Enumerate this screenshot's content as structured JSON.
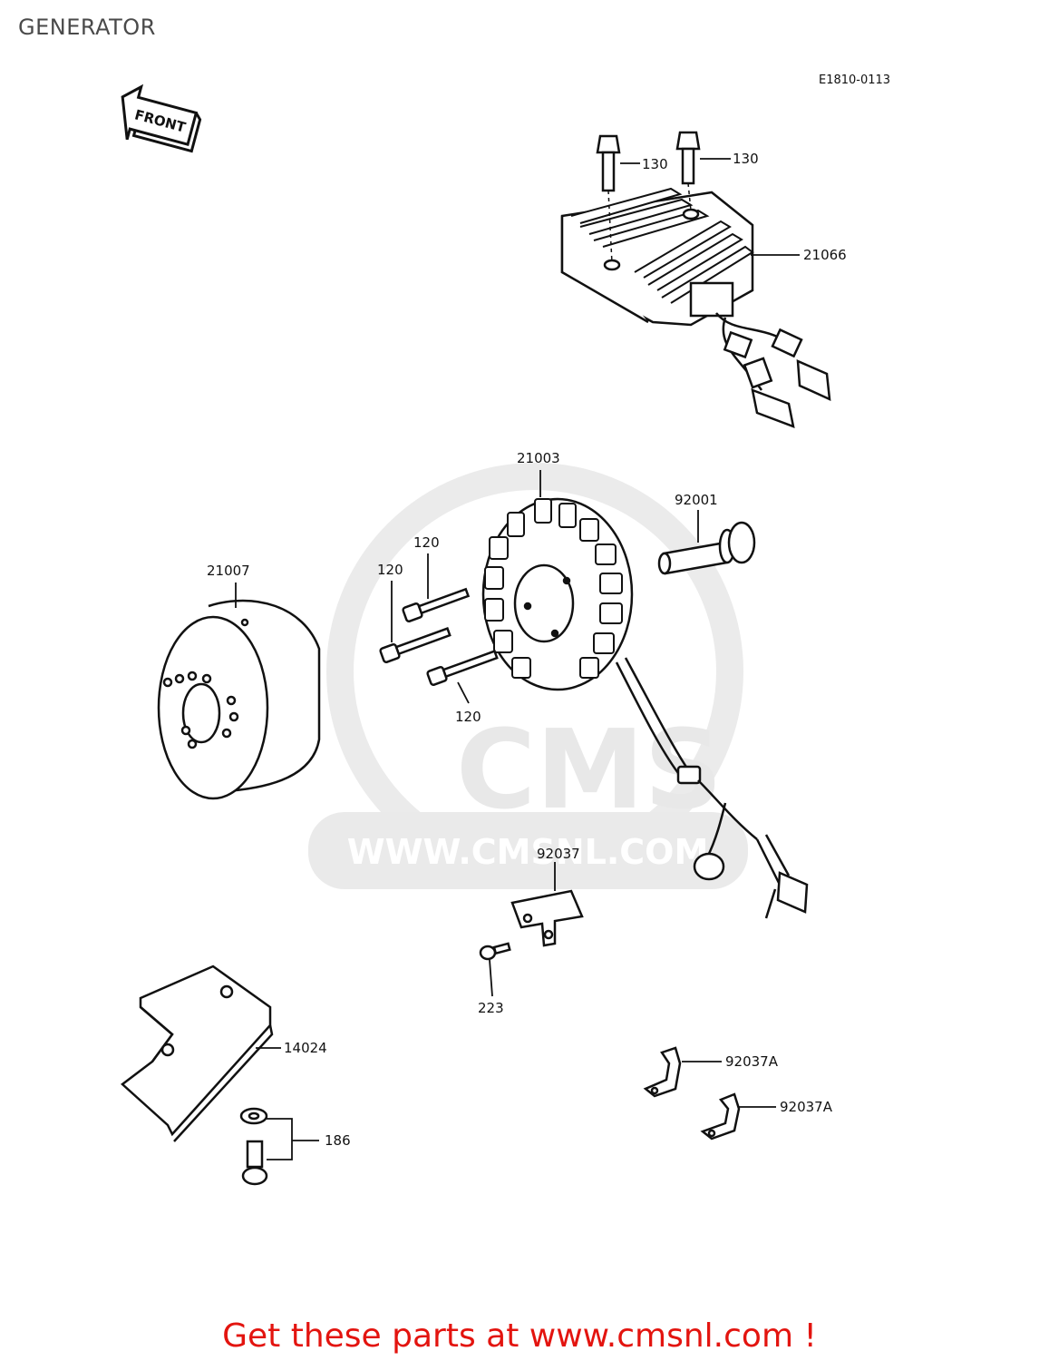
{
  "header": {
    "title": "GENERATOR",
    "diagram_code": "E1810-0113"
  },
  "direction_marker": {
    "label": "FRONT"
  },
  "watermark": {
    "brand": "CMS",
    "url": "WWW.CMSNL.COM"
  },
  "parts": {
    "p130_left": "130",
    "p130_right": "130",
    "p21066": "21066",
    "p21003": "21003",
    "p92001": "92001",
    "p21007": "21007",
    "p120_top": "120",
    "p120_mid": "120",
    "p120_bottom": "120",
    "p92037": "92037",
    "p223": "223",
    "p14024": "14024",
    "p186": "186",
    "p92037A_top": "92037A",
    "p92037A_bottom": "92037A"
  },
  "footer": {
    "text": "Get these parts at www.cmsnl.com !"
  },
  "colors": {
    "footer_text": "#e3140f",
    "line_art": "#111111",
    "watermark": "#e6e6e6"
  }
}
